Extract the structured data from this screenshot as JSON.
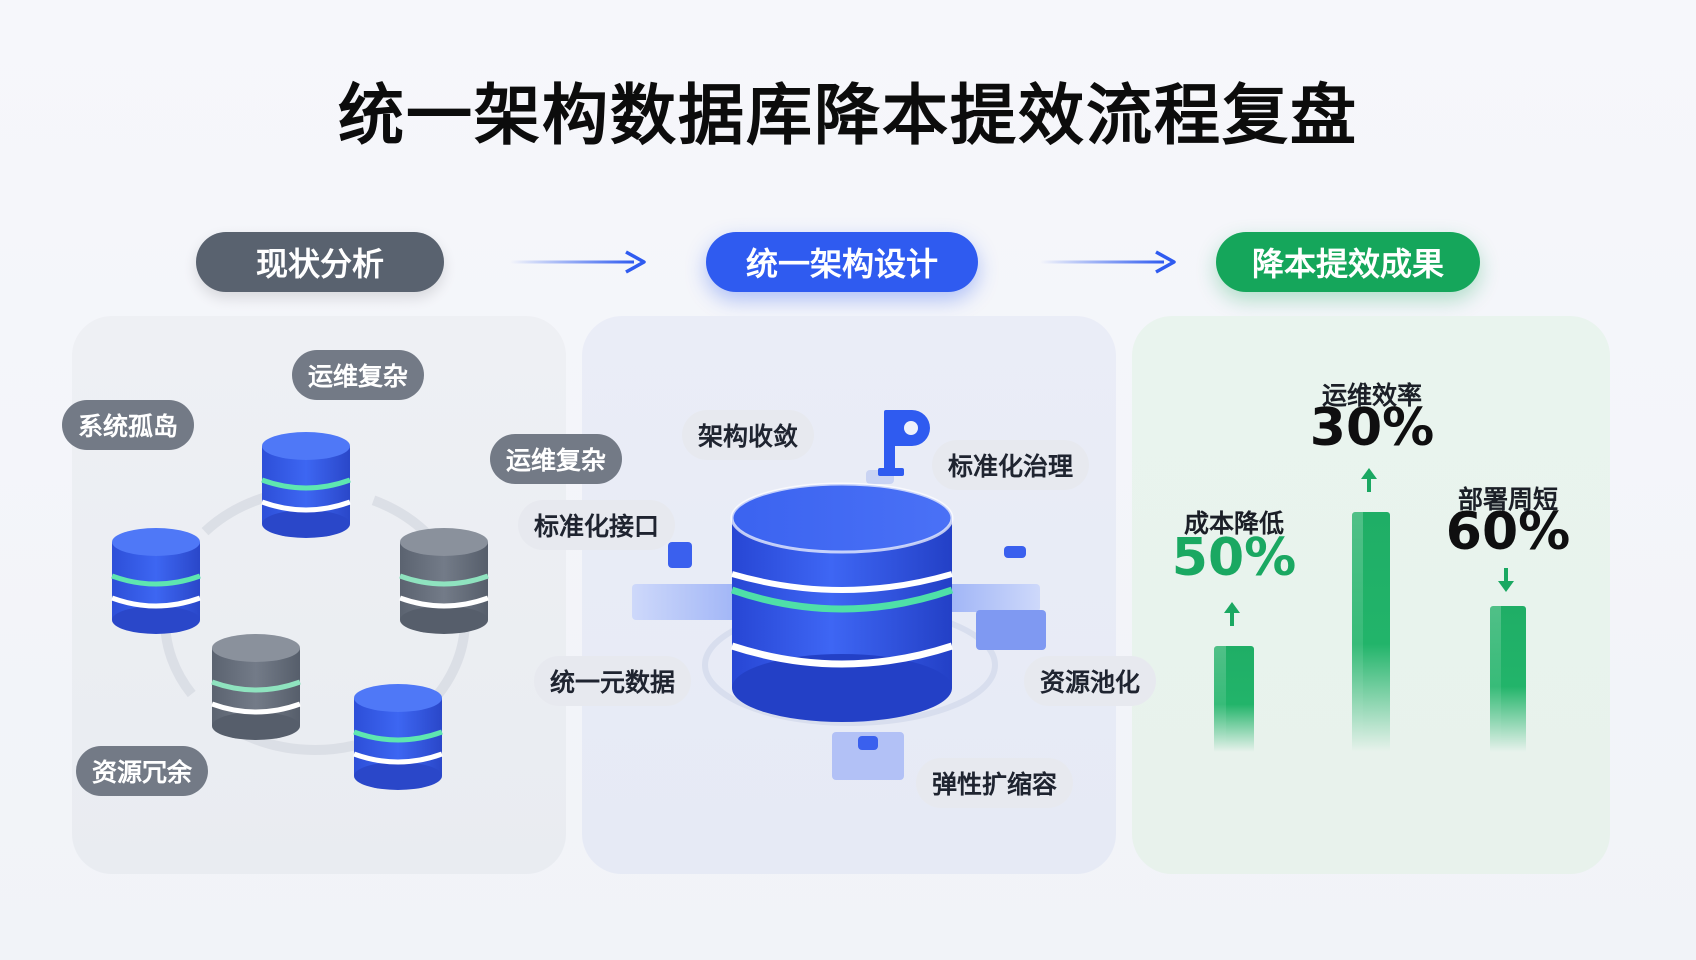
{
  "title": "统一架构数据库降本提效流程复盘",
  "stages": [
    {
      "label": "现状分析",
      "color": "#59626f"
    },
    {
      "label": "统一架构设计",
      "color": "#2f5bf0"
    },
    {
      "label": "降本提效成果",
      "color": "#15a65b"
    }
  ],
  "current_state": {
    "tags": [
      "运维复杂",
      "系统孤岛",
      "运维复杂",
      "资源冗余"
    ]
  },
  "design": {
    "tags": [
      "架构收敛",
      "标准化治理",
      "标准化接口",
      "统一元数据",
      "资源池化",
      "弹性扩缩容"
    ]
  },
  "results": {
    "metrics": [
      {
        "label": "成本降低",
        "value": "50%",
        "direction": "up",
        "value_color": "#1aa862"
      },
      {
        "label": "运维效率",
        "value": "30%",
        "direction": "up",
        "value_color": "#0f0f10"
      },
      {
        "label": "部署周短",
        "value": "60%",
        "direction": "down",
        "value_color": "#0f0f10"
      }
    ]
  },
  "colors": {
    "blue": "#2f5bf0",
    "green": "#15a65b",
    "gray": "#59626f"
  }
}
